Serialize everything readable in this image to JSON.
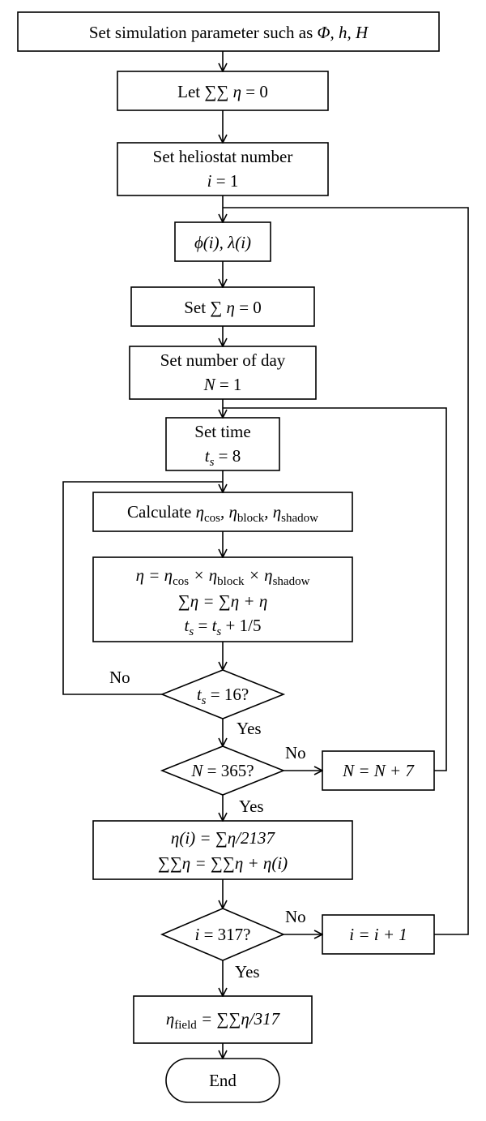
{
  "flowchart": {
    "nodes": {
      "set_params": {
        "text": "Set simulation parameter such as",
        "vars": "Φ, h, H"
      },
      "let_sum_sum": {
        "prefix": "Let ",
        "sum": "∑∑",
        "eta": "η",
        "rhs": " = 0"
      },
      "set_heliostat": {
        "line1": "Set heliostat number",
        "var": "i",
        "rhs": " = 1"
      },
      "phi_lambda": {
        "text": "ϕ(i), λ(i)"
      },
      "set_sum": {
        "prefix": "Set ",
        "sum": "∑",
        "eta": "η",
        "rhs": " = 0"
      },
      "set_day": {
        "line1": "Set number of day",
        "var": "N",
        "rhs": " = 1"
      },
      "set_time": {
        "line1": "Set time",
        "var": "t",
        "sub": "s",
        "rhs": " = 8"
      },
      "calculate": {
        "prefix": "Calculate ",
        "eta": "η",
        "sub1": "cos",
        "sep1": ", ",
        "sub2": "block",
        "sep2": ", ",
        "sub3": "shadow"
      },
      "update": {
        "l1_lhs": "η = η",
        "l1_sub1": "cos",
        "l1_mid": " × η",
        "l1_sub2": "block",
        "l1_mid2": " × η",
        "l1_sub3": "shadow",
        "l2": "∑η = ∑η + η",
        "l3_var": "t",
        "l3_sub": "s",
        "l3_mid": " = ",
        "l3_var2": "t",
        "l3_sub2": "s",
        "l3_rhs": " + 1/5"
      },
      "decision_time": {
        "var": "t",
        "sub": "s",
        "rhs": " = 16?"
      },
      "decision_day": {
        "var": "N",
        "rhs": " = 365?"
      },
      "increment_day": {
        "text": "N = N + 7"
      },
      "eta_i": {
        "line1": "η(i) = ∑η/2137",
        "line2": "∑∑η = ∑∑η + η(i)"
      },
      "decision_heliostat": {
        "var": "i",
        "rhs": " = 317?"
      },
      "increment_heliostat": {
        "text": "i = i + 1"
      },
      "eta_field": {
        "eta": "η",
        "sub": "field",
        "rhs": " = ∑∑η/317"
      },
      "end": {
        "text": "End"
      }
    },
    "edge_labels": {
      "time_no": "No",
      "time_yes": "Yes",
      "day_no": "No",
      "day_yes": "Yes",
      "heliostat_no": "No",
      "heliostat_yes": "Yes"
    }
  }
}
